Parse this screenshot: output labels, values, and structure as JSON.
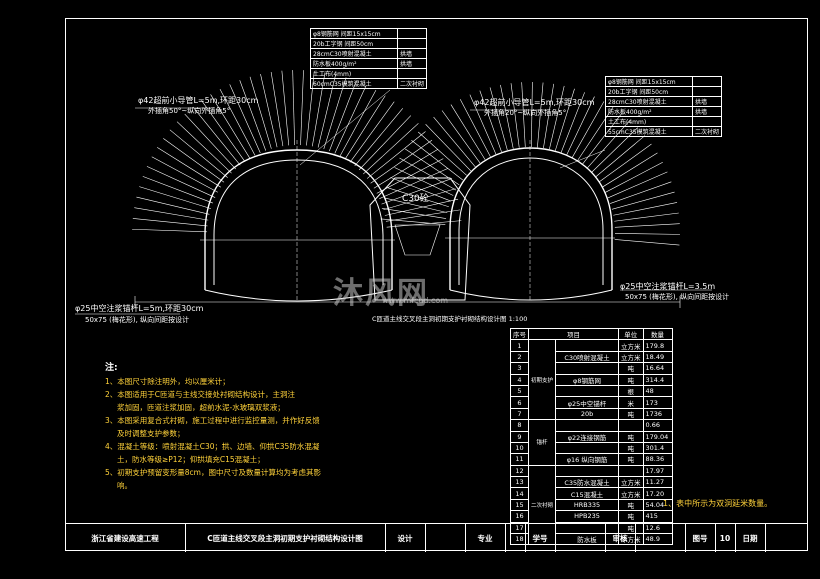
{
  "drawing": {
    "left_spec_rows": [
      {
        "item": "φ8钢筋网 间距15x15cm",
        "note": ""
      },
      {
        "item": "20b工字钢 间距50cm",
        "note": ""
      },
      {
        "item": "28cmC30喷射混凝土",
        "note": "拱墙"
      },
      {
        "item": "防水板400g/m²",
        "note": "拱墙"
      },
      {
        "item": "土工布(4mm)",
        "note": ""
      },
      {
        "item": "60cmC35模筑混凝土",
        "note": "二次衬砌"
      }
    ],
    "right_spec_rows": [
      {
        "item": "φ8钢筋网 间距15x15cm",
        "note": ""
      },
      {
        "item": "20b工字钢 间距50cm",
        "note": ""
      },
      {
        "item": "28cmC30喷射混凝土",
        "note": "拱墙"
      },
      {
        "item": "防水板400g/m²",
        "note": "拱墙"
      },
      {
        "item": "土工布(4mm)",
        "note": ""
      },
      {
        "item": "55cmC35模筑混凝土",
        "note": "二次衬砌"
      }
    ],
    "left_bolt_label": "φ42超前小导管L=5m,环距30cm",
    "left_bolt_sub": "外插角50°~纵向外插角5°",
    "right_bolt_label": "φ42超前小导管L=5m,环距30cm",
    "right_bolt_sub": "外插角20°~纵向外插角5°",
    "c30_label": "C30砼",
    "left_anchor_label": "φ25中空注浆锚杆L=5m,环距30cm",
    "left_anchor_sub": "50x75 (梅花形), 纵向间距按设计",
    "right_anchor_label": "φ25中空注浆锚杆L=3.5m",
    "right_anchor_sub": "50x75 (梅花形), 纵向间距按设计",
    "drawing_caption": "C匝道主线交叉段主洞初期支护衬砌结构设计图 1:100",
    "watermark": "沐风网",
    "watermark_url": "www.mfcad.com"
  },
  "notes": {
    "heading": "注:",
    "items": [
      "1、本图尺寸除注明外，均以厘米计；",
      "2、本图适用于C匝道与主线交接处衬砌结构设计，主洞注",
      "浆加固，匝道注浆加固，超前水泥-水玻璃双浆液；",
      "3、本图采用复合式衬砌，施工过程中进行监控量测，并作好反馈",
      "及时调整支护参数；",
      "4、混凝土等级：喷射混凝土C30；拱、边墙、仰拱C35防水混凝",
      "土，防水等级≥P12；仰拱填充C15混凝土；",
      "5、初期支护预留变形量8cm，图中尺寸及数量计算均为考虑其影",
      "响。"
    ]
  },
  "quantity_table": {
    "header": [
      "序号",
      "项目",
      "单位",
      "数量"
    ],
    "rows": [
      [
        "1",
        "",
        "立方米",
        "179.8"
      ],
      [
        "2",
        "C30喷射混凝土",
        "立方米",
        "18.49"
      ],
      [
        "3",
        "",
        "吨",
        "16.64"
      ],
      [
        "4",
        "φ8钢筋网",
        "吨",
        "314.4"
      ],
      [
        "5",
        "",
        "根",
        "48"
      ],
      [
        "6",
        "φ25中空锚杆",
        "米",
        "173"
      ],
      [
        "7",
        "20b",
        "吨",
        "1736"
      ],
      [
        "8",
        "",
        "",
        "0.66"
      ],
      [
        "9",
        "φ22连接钢筋",
        "吨",
        "179.04"
      ],
      [
        "10",
        "",
        "吨",
        "301.4"
      ],
      [
        "11",
        "φ16 纵向钢筋",
        "吨",
        "88.36"
      ],
      [
        "12",
        "",
        "",
        "17.97"
      ],
      [
        "13",
        "C35防水混凝土",
        "立方米",
        "11.27"
      ],
      [
        "14",
        "C15混凝土",
        "立方米",
        "17.20"
      ],
      [
        "15",
        "HRB335",
        "吨",
        "54.04"
      ],
      [
        "16",
        "HPB235",
        "吨",
        "415"
      ],
      [
        "17",
        "",
        "吨",
        "12.6"
      ],
      [
        "18",
        "防水板",
        "平方米",
        "48.9"
      ]
    ],
    "side_groups": [
      "初期支护",
      "锚杆",
      "二次衬砌"
    ]
  },
  "right_note": "1、表中所示为双洞延米数量。",
  "titlebar": {
    "project": "浙江省建设高速工程",
    "drawing_title": "C匝道主线交叉段主洞初期支护衬砌结构设计图",
    "design_label": "设计",
    "major_label": "专业",
    "student_label": "学号",
    "review_label": "审核",
    "sheet_label": "图号",
    "sheet_number": "10",
    "date_label": "日期"
  }
}
